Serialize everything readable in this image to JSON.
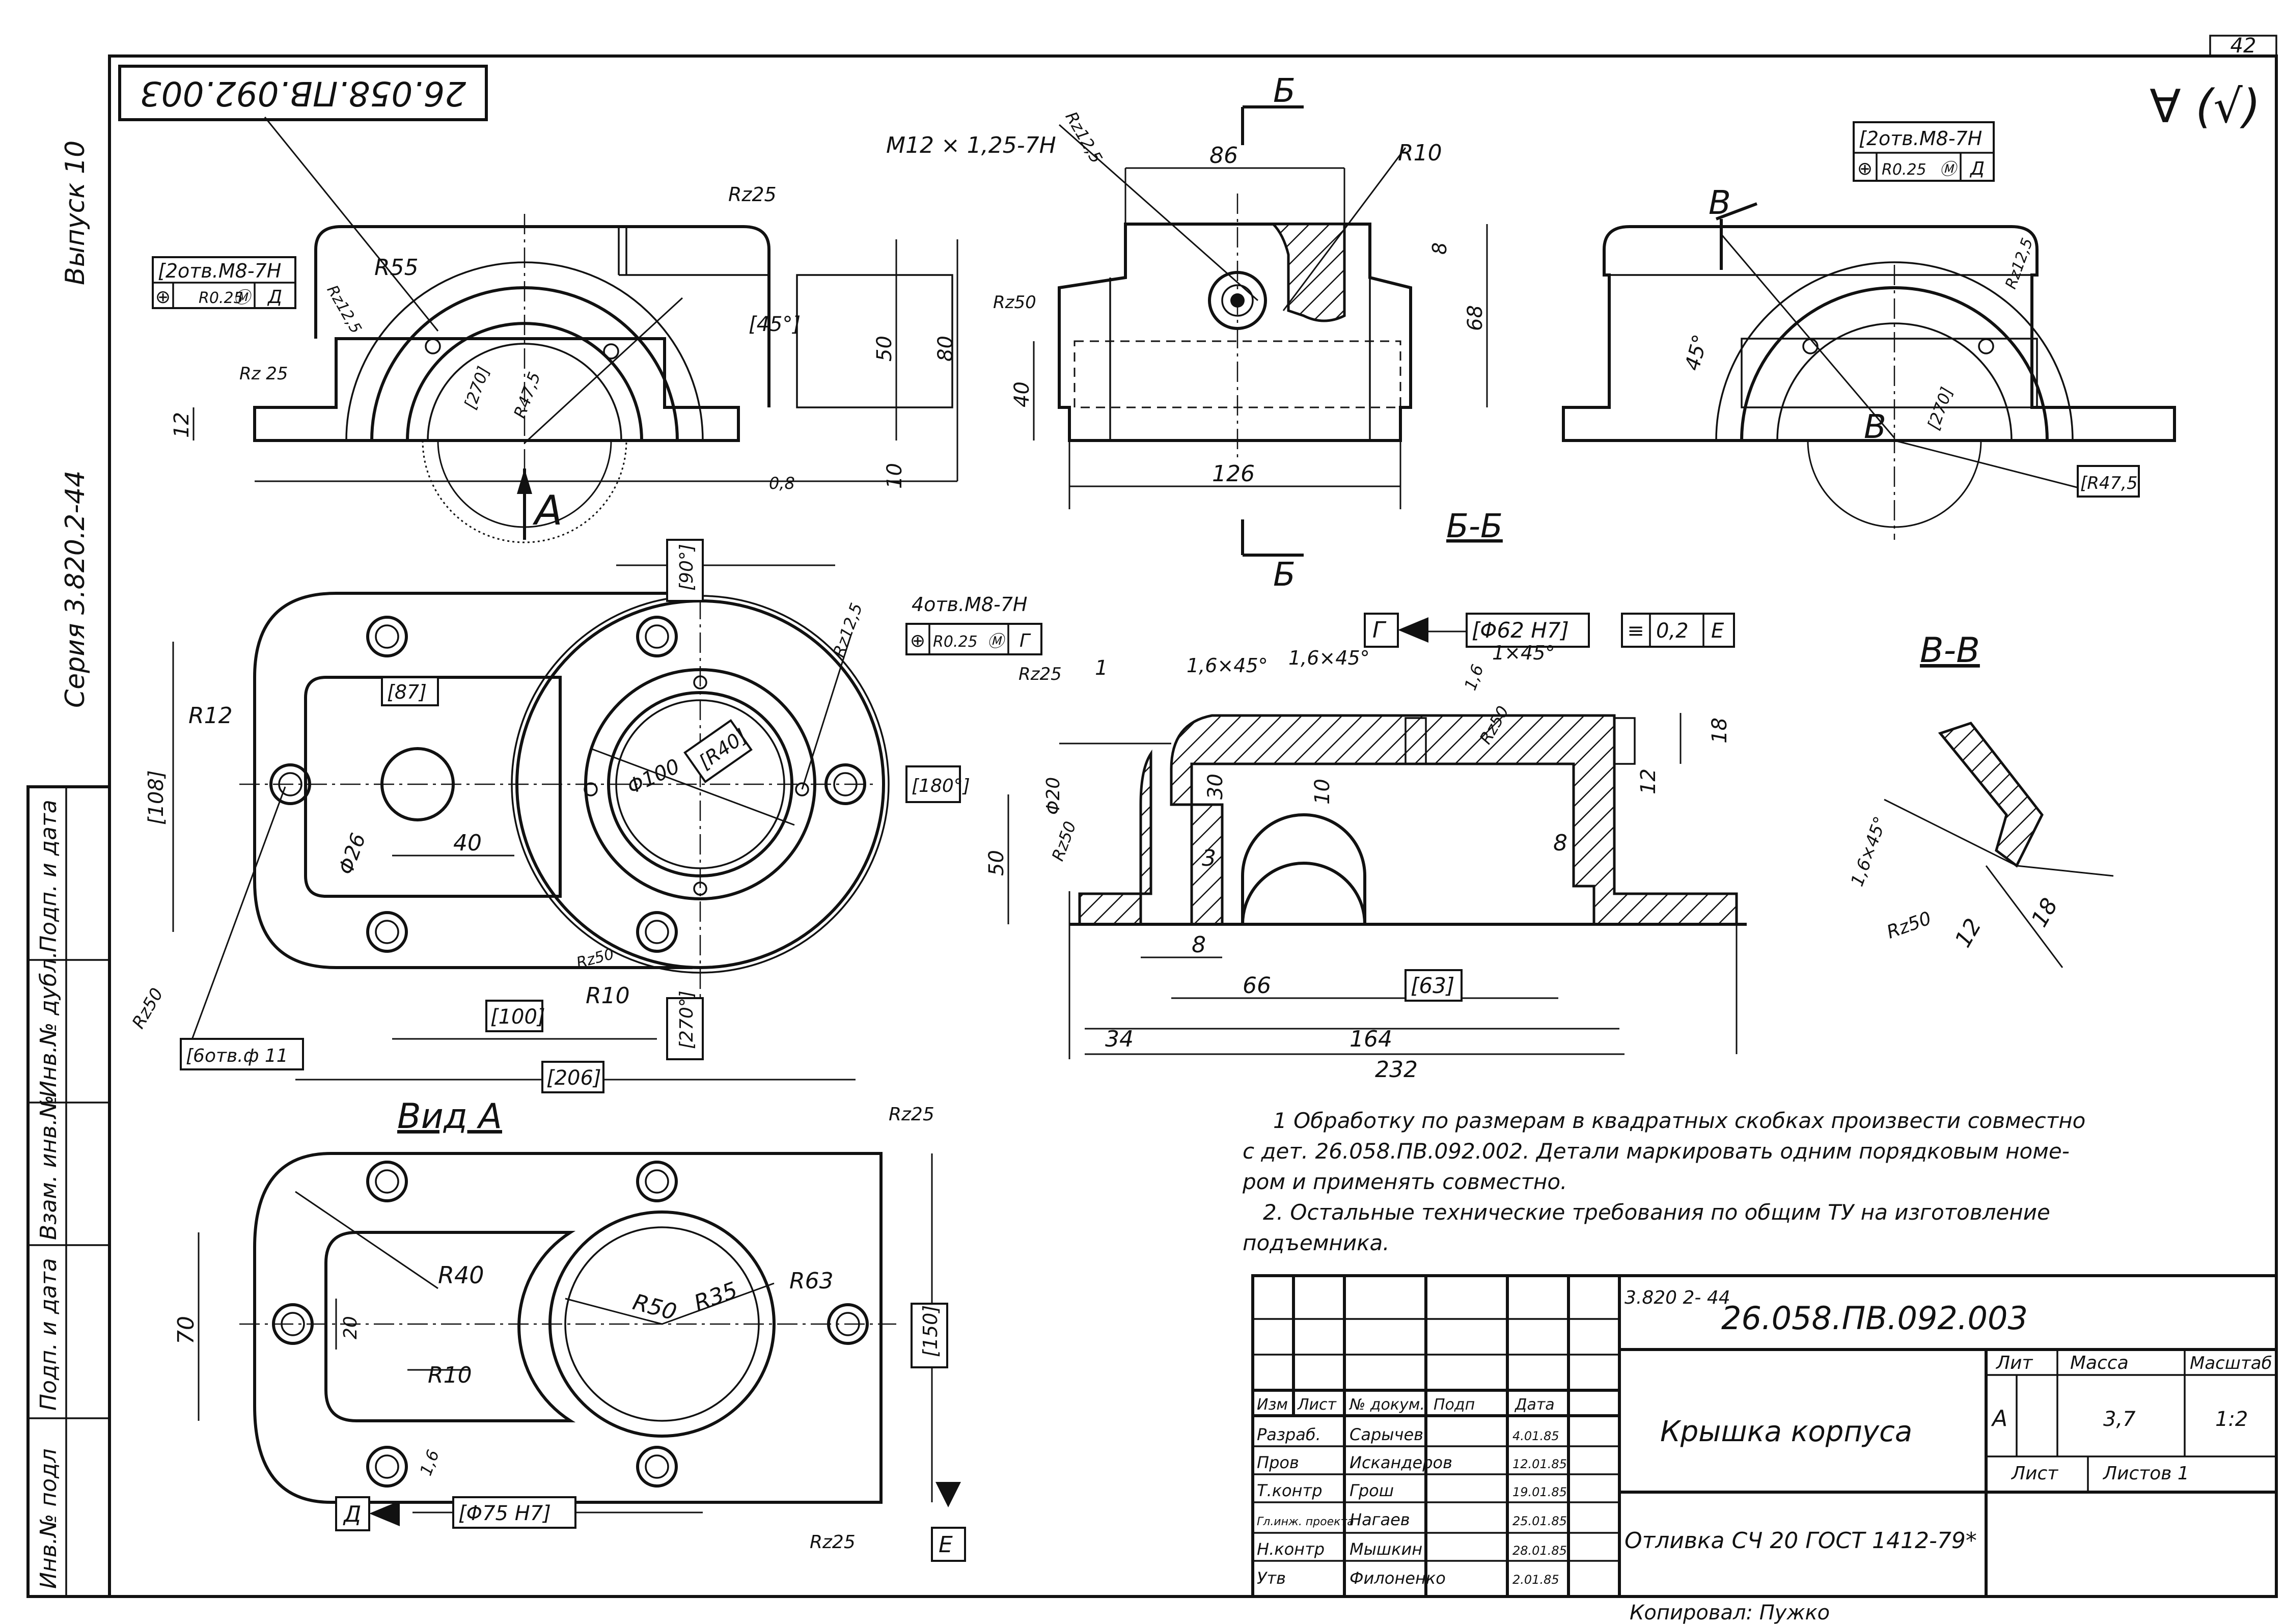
{
  "sheet": {
    "page_number": "42",
    "drawing_number_top": "26.058.ПВ.092.003",
    "roughness_symbol": "∀ (√)",
    "series_label": "Серия  3.820.2-44",
    "issue_label": "Выпуск 10"
  },
  "side_stamp": {
    "cells": [
      "Подп. и дата",
      "Инв.№ дубл.",
      "Взам. инв.№",
      "Подп. и дата",
      "Инв.№ подл"
    ]
  },
  "view_front": {
    "thread_note": "[2отв.М8-7Н",
    "tolerance": [
      "⊕",
      "R0.25",
      "Ⓜ",
      "Д"
    ],
    "labels": [
      "R55",
      "Rz12,5",
      "Rz25",
      "Rz 25",
      "[45°]",
      "R47,5",
      "[270]",
      "12",
      "50",
      "80",
      "10",
      "0,8",
      "А"
    ]
  },
  "view_side": {
    "labels": [
      "Б",
      "M12 × 1,25-7H",
      "Rz12,5",
      "86",
      "R10",
      "8",
      "68",
      "Rz50",
      "40",
      "126",
      "Б-Б",
      "Б"
    ]
  },
  "view_right": {
    "thread_note": "[2отв.М8-7Н",
    "tolerance": [
      "⊕",
      "R0.25",
      "Ⓜ",
      "Д"
    ],
    "labels": [
      "В",
      "45°",
      "Rz12,5",
      "В",
      "[270]",
      "[R47,5"
    ]
  },
  "view_plan": {
    "thread_note": "4отв.М8-7Н",
    "tolerance": [
      "⊕",
      "R0.25",
      "Ⓜ",
      "Г"
    ],
    "labels": [
      "[90°]",
      "[87]",
      "[108]",
      "R12",
      "Φ100",
      "[R40]",
      "Rz12,5",
      "Φ26",
      "40",
      "[180°]",
      "Rz50",
      "R10",
      "[100]",
      "[270°]",
      "[206]",
      "Rz50",
      "[6отв.ф 11"
    ]
  },
  "section_bb": {
    "labels": [
      "[Φ62 H7]",
      "Г",
      "0,2",
      "Е",
      "Rz25",
      "1",
      "1,6×45°",
      "1,6×45°",
      "1×45°",
      "1,6",
      "18",
      "Rz50",
      "Φ20",
      "30",
      "10",
      "12",
      "50",
      "Rz50",
      "3",
      "8",
      "8",
      "66",
      "[63]",
      "34",
      "164",
      "232"
    ]
  },
  "section_vv": {
    "title": "В-В",
    "labels": [
      "1,6×45°",
      "Rz50",
      "12",
      "18"
    ]
  },
  "view_a": {
    "title": "Вид А",
    "labels": [
      "Rz25",
      "R40",
      "70",
      "20",
      "R50",
      "R35",
      "R63",
      "[150]",
      "R10",
      "1,6",
      "Д",
      "[Φ75 H7]",
      "Rz25",
      "Е"
    ]
  },
  "notes": [
    "1  Обработку по размерам в квадратных скобках произвести совместно",
    "с дет. 26.058.ПВ.092.002. Детали маркировать одним порядковым номе-",
    "ром  и  применять  совместно.",
    "2. Остальные  технические  требования  по  общим  ТУ  на  изготовление",
    "подъемника."
  ],
  "title_block": {
    "series": "3.820 2- 44",
    "drawing_number": "26.058.ПВ.092.003",
    "part_name": "Крышка  корпуса",
    "material": "Отливка  СЧ 20 ГОСТ 1412-79*",
    "col_heads": [
      "Изм",
      "Лист",
      "№ докум.",
      "Подп",
      "Дата"
    ],
    "rows": [
      {
        "role": "Разраб.",
        "name": "Сарычев",
        "date": "4.01.85"
      },
      {
        "role": "Пров",
        "name": "Искандеров",
        "date": "12.01.85"
      },
      {
        "role": "Т.контр",
        "name": "Грош",
        "date": "19.01.85"
      },
      {
        "role": "Гл.инж. проекта",
        "name": "Нагаев",
        "date": "25.01.85"
      },
      {
        "role": "Н.контр",
        "name": "Мышкин",
        "date": "28.01.85"
      },
      {
        "role": "Утв",
        "name": "Филоненко",
        "date": "2.01.85"
      }
    ],
    "lit_head": "Лит",
    "mass_head": "Масса",
    "scale_head": "Масштаб",
    "lit": "А",
    "mass": "3,7",
    "scale": "1:2",
    "sheet_label": "Лист",
    "sheets_label": "Листов 1",
    "copied_by": "Копировал:  Пужко"
  }
}
